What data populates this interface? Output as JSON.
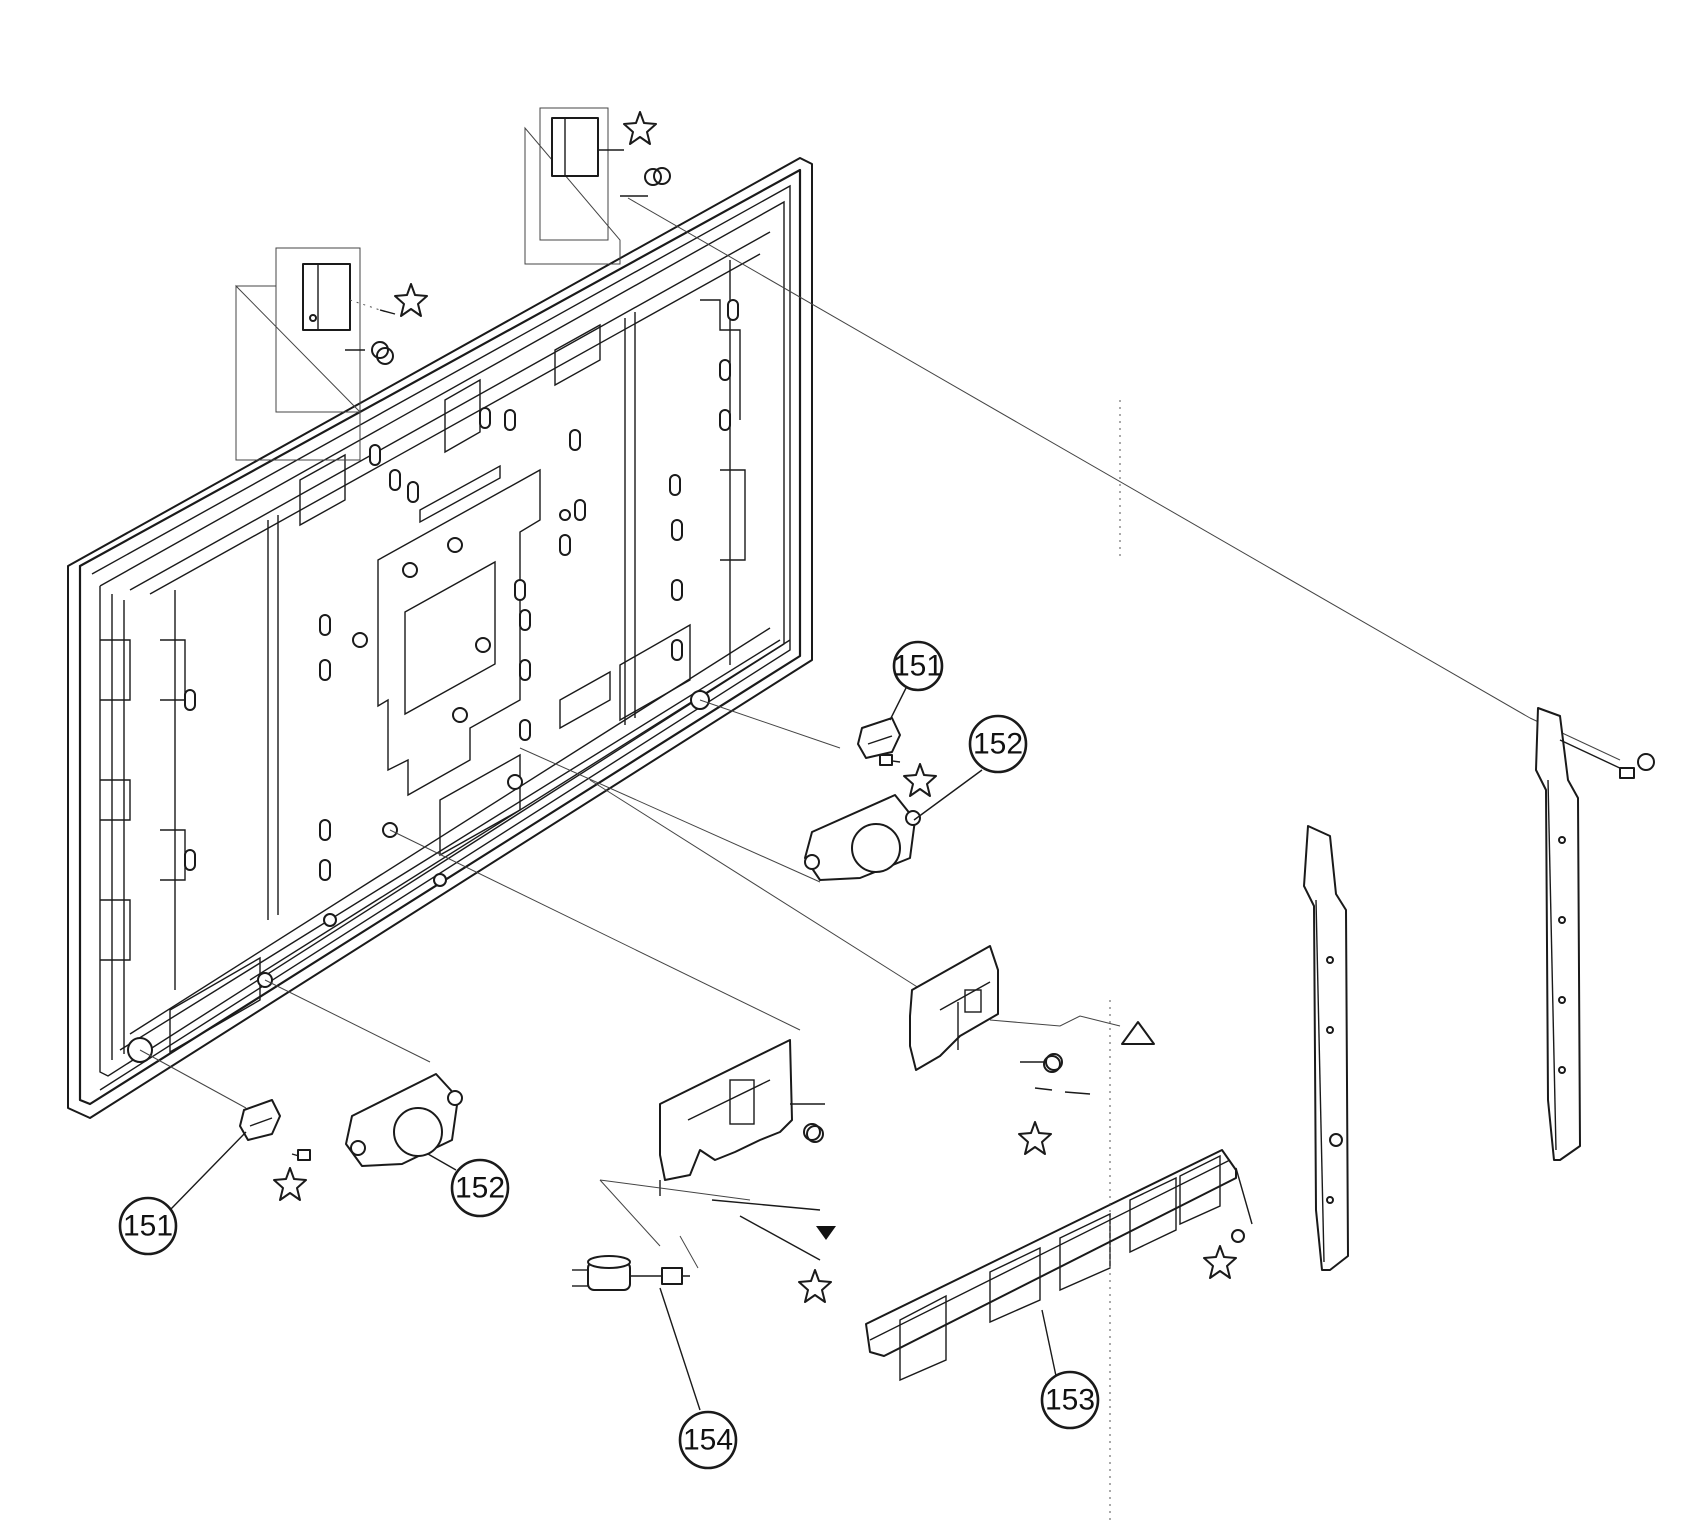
{
  "callouts": [
    {
      "id": "c151a",
      "label": "151"
    },
    {
      "id": "c152a",
      "label": "152"
    },
    {
      "id": "c151b",
      "label": "151"
    },
    {
      "id": "c152b",
      "label": "152"
    },
    {
      "id": "c153",
      "label": "153"
    },
    {
      "id": "c154",
      "label": "154"
    }
  ],
  "symbols": [
    "star",
    "circle",
    "triangle-outline",
    "triangle-filled"
  ]
}
